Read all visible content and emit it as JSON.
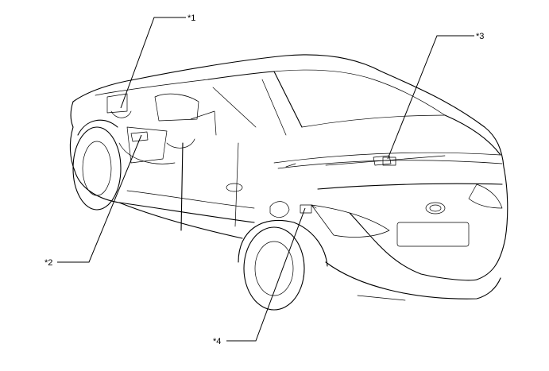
{
  "diagram": {
    "callouts": [
      {
        "id": "1",
        "label": "*1"
      },
      {
        "id": "2",
        "label": "*2"
      },
      {
        "id": "3",
        "label": "*3"
      },
      {
        "id": "4",
        "label": "*4"
      }
    ],
    "colors": {
      "line": "#000000",
      "background": "#ffffff"
    }
  }
}
